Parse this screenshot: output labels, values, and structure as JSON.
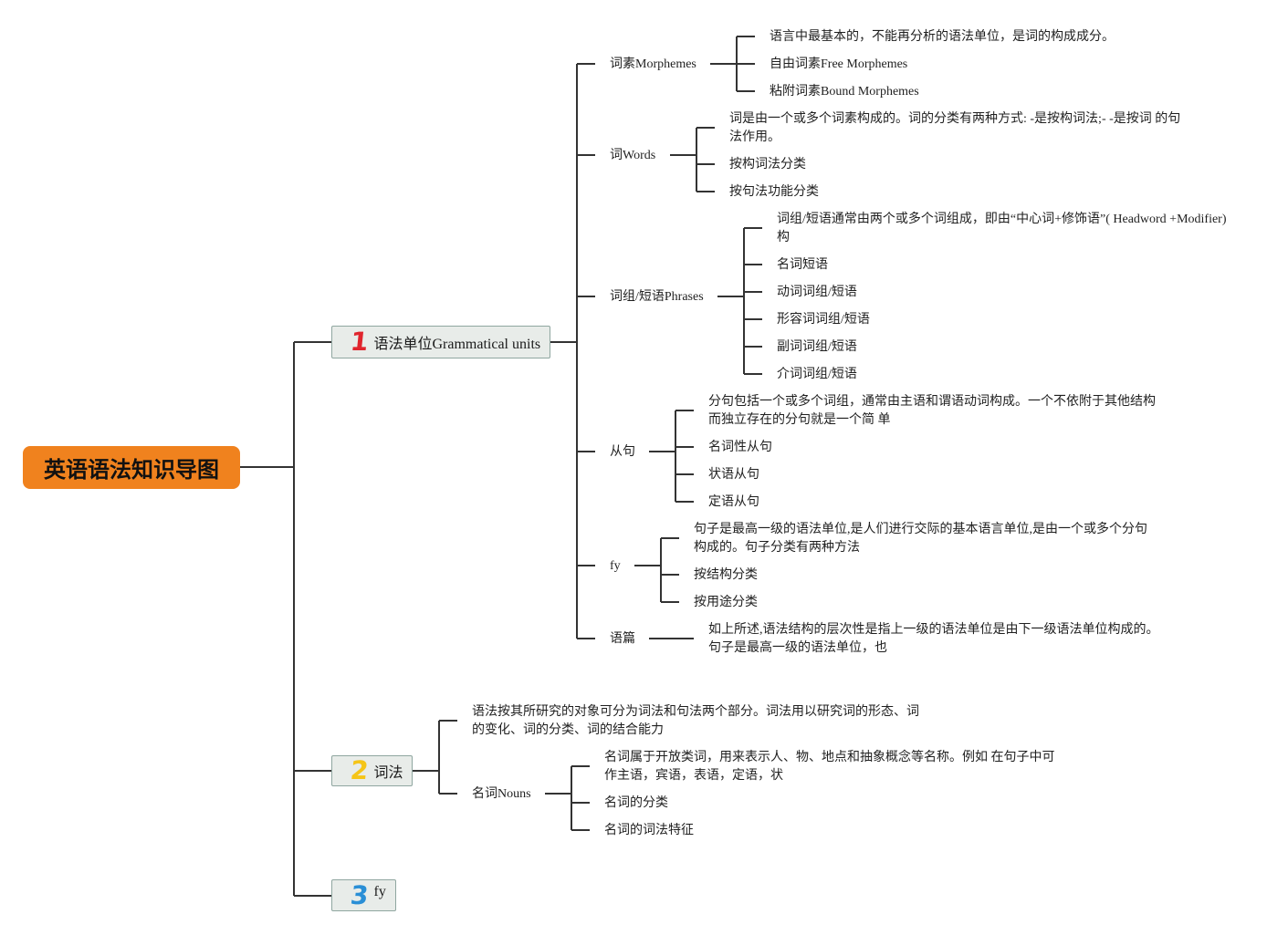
{
  "root": {
    "title": "英语语法知识导图",
    "color": "#f0821e"
  },
  "branch1": {
    "number": "1",
    "number_color": "#e0252d",
    "label": "语法单位Grammatical units",
    "morphemes": {
      "label": "词素Morphemes",
      "items": [
        "语言中最基本的，不能再分析的语法单位，是词的构成成分。",
        "自由词素Free Morphemes",
        "粘附词素Bound Morphemes"
      ]
    },
    "words": {
      "label": "词Words",
      "items": [
        "词是由一个或多个词素构成的。词的分类有两种方式: -是按构词法;- -是按词 的句法作用。",
        "按构词法分类",
        "按句法功能分类"
      ]
    },
    "phrases": {
      "label": "词组/短语Phrases",
      "items": [
        "词组/短语通常由两个或多个词组成，即由“中心词+修饰语”( Headword +Modifier)构",
        "名词短语",
        "动词词组/短语",
        "形容词词组/短语",
        "副词词组/短语",
        "介词词组/短语"
      ]
    },
    "clauses": {
      "label": "从句",
      "items": [
        "分句包括一个或多个词组，通常由主语和谓语动词构成。一个不依附于其他结构而独立存在的分句就是一个简 单",
        "名词性从句",
        "状语从句",
        "定语从句"
      ]
    },
    "fy": {
      "label": "fy",
      "items": [
        "句子是最高一级的语法单位,是人们进行交际的基本语言单位,是由一个或多个分句构成的。句子分类有两种方法",
        "按结构分类",
        "按用途分类"
      ]
    },
    "discourse": {
      "label": "语篇",
      "items": [
        "如上所述,语法结构的层次性是指上一级的语法单位是由下一级语法单位构成的。句子是最高一级的语法单位，也"
      ]
    }
  },
  "branch2": {
    "number": "2",
    "number_color": "#f5c518",
    "label": "词法",
    "intro": "语法按其所研究的对象可分为词法和句法两个部分。词法用以研究词的形态、词的变化、词的分类、词的结合能力",
    "nouns": {
      "label": "名词Nouns",
      "items": [
        "名词属于开放类词，用来表示人、物、地点和抽象概念等名称。例如 在句子中可作主语，宾语，表语，定语，状",
        "名词的分类",
        "名词的词法特征"
      ]
    }
  },
  "branch3": {
    "number": "3",
    "number_color": "#2a8fd6",
    "label": "fy"
  }
}
